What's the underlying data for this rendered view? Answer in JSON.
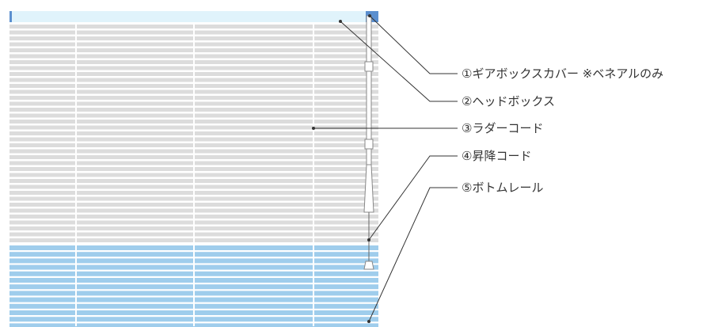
{
  "colors": {
    "slat_gray": "#dcdcdc",
    "slat_blue": "#9fcdec",
    "headbox": "#e0f3fb",
    "gearbox_cover": "#5b8fcf",
    "ladder_line": "#ffffff",
    "leader_line": "#333333"
  },
  "labels": {
    "l1": "①ギアボックスカバー ※ベネアルのみ",
    "l2": "②ヘッドボックス",
    "l3": "③ラダーコード",
    "l4": "④昇降コード",
    "l5": "⑤ボトムレール"
  }
}
